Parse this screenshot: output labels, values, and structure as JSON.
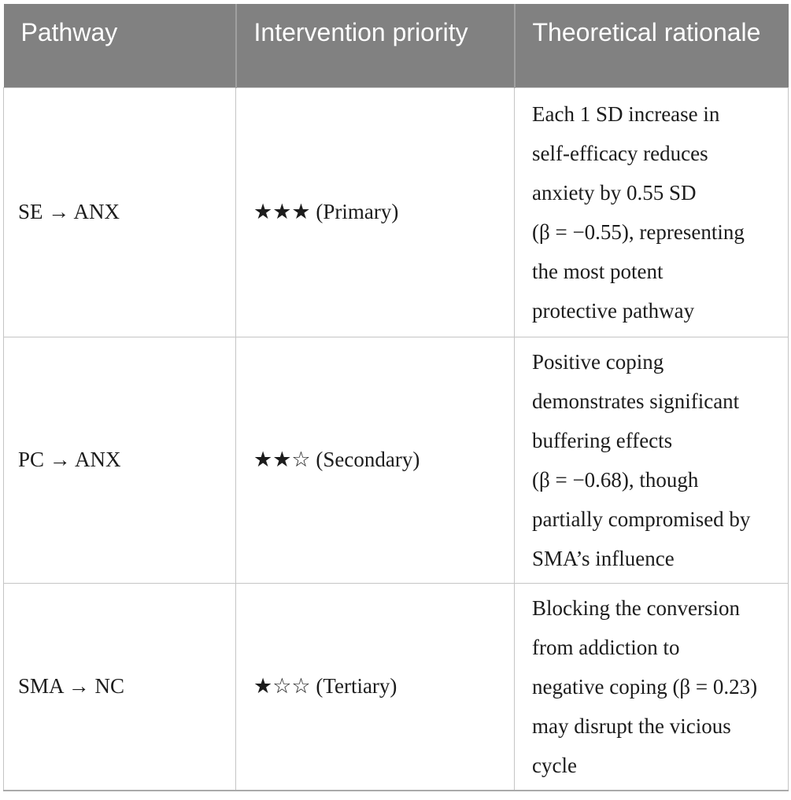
{
  "table": {
    "columns": [
      "Pathway",
      "Intervention priority",
      "Theoretical rationale"
    ],
    "rows": [
      {
        "pathway": "SE → ANX",
        "priority": "★★★ (Primary)",
        "rationale": [
          "Each 1 SD increase in",
          "self-efficacy reduces",
          "anxiety by 0.55 SD",
          "(β = −0.55), representing",
          "the most potent",
          "protective pathway"
        ]
      },
      {
        "pathway": "PC → ANX",
        "priority": "★★☆ (Secondary)",
        "rationale": [
          "Positive coping",
          "demonstrates significant",
          "buffering effects",
          "(β = −0.68), though",
          "partially compromised by",
          "SMA’s influence"
        ]
      },
      {
        "pathway": "SMA → NC",
        "priority": "★☆☆ (Tertiary)",
        "rationale": [
          "Blocking the conversion",
          "from addiction to",
          "negative coping (β = 0.23)",
          "may disrupt the vicious",
          "cycle"
        ]
      }
    ],
    "colors": {
      "header_bg": "#818181",
      "header_text": "#ffffff",
      "body_text": "#1c1c1c",
      "border": "#c5c5c5"
    }
  }
}
